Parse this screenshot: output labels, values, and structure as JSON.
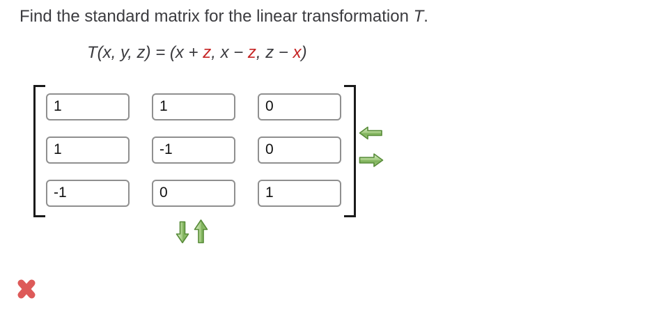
{
  "title": {
    "prefix": "Find the standard matrix for the linear transformation ",
    "variable": "T",
    "suffix": "."
  },
  "formula": {
    "segments": [
      {
        "text": "T(x, y, z) = (x + ",
        "style": "dark"
      },
      {
        "text": "z",
        "style": "red"
      },
      {
        "text": ", x − ",
        "style": "dark"
      },
      {
        "text": "z",
        "style": "red"
      },
      {
        "text": ", z − ",
        "style": "dark"
      },
      {
        "text": "x",
        "style": "red"
      },
      {
        "text": ")",
        "style": "dark"
      }
    ]
  },
  "matrix": {
    "rows": [
      [
        "1",
        "1",
        "0"
      ],
      [
        "1",
        "-1",
        "0"
      ],
      [
        "-1",
        "0",
        "1"
      ]
    ]
  },
  "icons": {
    "left": "left-arrow-icon",
    "right": "right-arrow-icon",
    "down": "down-arrow-icon",
    "up": "up-arrow-icon",
    "status": "incorrect-x-icon"
  },
  "colors": {
    "text": "#3b3b3f",
    "accent_red": "#c62424",
    "arrow_green": "#7fb35c",
    "arrow_green_border": "#578b38",
    "incorrect_red": "#dd5a59",
    "input_border": "#8f8f8f",
    "bracket": "#1a1a1a"
  }
}
